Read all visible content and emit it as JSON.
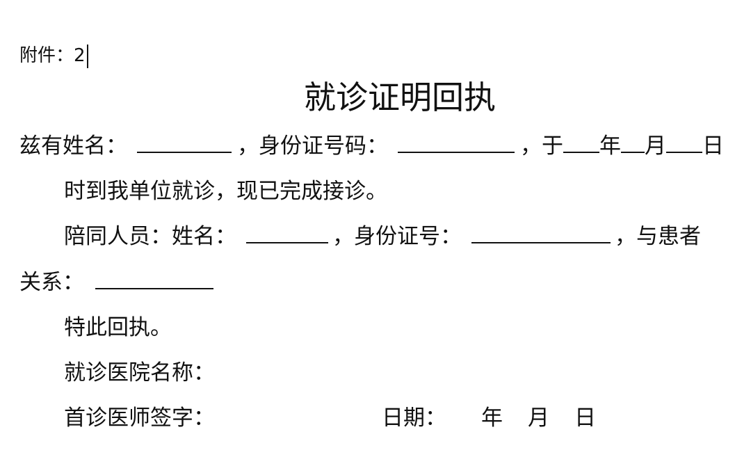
{
  "attachment": {
    "label": "附件：",
    "number": "2"
  },
  "title": "就诊证明回执",
  "para1": {
    "name_label": "兹有姓名：",
    "id_label": "，身份证号码：",
    "comma_yu": "，于",
    "year": "年",
    "month": "月",
    "day": "日"
  },
  "para1_cont": "时到我单位就诊，现已完成接诊。",
  "companion": {
    "label": "陪同人员：姓名：",
    "id_label": "，身份证号：",
    "relation_suffix": "，与患者"
  },
  "relation_label": "关系：",
  "closing": "特此回执。",
  "hospital_label": "就诊医院名称：",
  "doctor_sign_label": "首诊医师签字：",
  "date": {
    "label": "日期：",
    "year": "年",
    "month": "月",
    "day": "日"
  }
}
